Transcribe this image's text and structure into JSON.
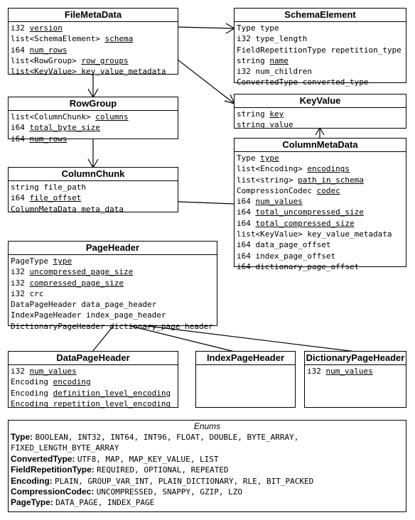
{
  "boxes": [
    {
      "id": "filemetadata",
      "title": "FileMetaData",
      "fields": [
        {
          "type": "i32",
          "name": "version",
          "req": true
        },
        {
          "type": "list<SchemaElement>",
          "name": "schema",
          "req": true
        },
        {
          "type": "i64",
          "name": "num_rows",
          "req": true
        },
        {
          "type": "list<RowGroup>",
          "name": "row_groups",
          "req": true
        },
        {
          "type": "list<KeyValue>",
          "name": "key_value_metadata",
          "req": false
        }
      ]
    },
    {
      "id": "schemaelement",
      "title": "SchemaElement",
      "fields": [
        {
          "type": "Type",
          "name": "type",
          "req": false
        },
        {
          "type": "i32",
          "name": "type_length",
          "req": false
        },
        {
          "type": "FieldRepetitionType",
          "name": "repetition_type",
          "req": false
        },
        {
          "type": "string",
          "name": "name",
          "req": true
        },
        {
          "type": "i32",
          "name": "num_children",
          "req": false
        },
        {
          "type": "ConvertedType",
          "name": "converted_type",
          "req": false
        }
      ]
    },
    {
      "id": "rowgroup",
      "title": "RowGroup",
      "fields": [
        {
          "type": "list<ColumnChunk>",
          "name": "columns",
          "req": true
        },
        {
          "type": "i64",
          "name": "total_byte_size",
          "req": true
        },
        {
          "type": "i64",
          "name": "num_rows",
          "req": true
        }
      ]
    },
    {
      "id": "keyvalue",
      "title": "KeyValue",
      "fields": [
        {
          "type": "string",
          "name": "key",
          "req": true
        },
        {
          "type": "string",
          "name": "value",
          "req": false
        }
      ]
    },
    {
      "id": "columnchunk",
      "title": "ColumnChunk",
      "fields": [
        {
          "type": "string",
          "name": "file_path",
          "req": false
        },
        {
          "type": "i64",
          "name": "file_offset",
          "req": true
        },
        {
          "type": "ColumnMetaData",
          "name": "meta_data",
          "req": false
        }
      ]
    },
    {
      "id": "columnmetadata",
      "title": "ColumnMetaData",
      "fields": [
        {
          "type": "Type",
          "name": "type",
          "req": true
        },
        {
          "type": "list<Encoding>",
          "name": "encodings",
          "req": true
        },
        {
          "type": "list<string>",
          "name": "path_in_schema",
          "req": true
        },
        {
          "type": "CompressionCodec",
          "name": "codec",
          "req": true
        },
        {
          "type": "i64",
          "name": "num_values",
          "req": true
        },
        {
          "type": "i64",
          "name": "total_uncompressed_size",
          "req": true
        },
        {
          "type": "i64",
          "name": "total_compressed_size",
          "req": true
        },
        {
          "type": "list<KeyValue>",
          "name": "key_value_metadata",
          "req": false
        },
        {
          "type": "i64",
          "name": "data_page_offset",
          "req": false
        },
        {
          "type": "i64",
          "name": "index_page_offset",
          "req": false
        },
        {
          "type": "i64",
          "name": "dictionary_page_offset",
          "req": false
        }
      ]
    },
    {
      "id": "pageheader",
      "title": "PageHeader",
      "fields": [
        {
          "type": "PageType",
          "name": "type",
          "req": true
        },
        {
          "type": "i32",
          "name": "uncompressed_page_size",
          "req": true
        },
        {
          "type": "i32",
          "name": "compressed_page_size",
          "req": true
        },
        {
          "type": "i32",
          "name": "crc",
          "req": false
        },
        {
          "type": "DataPageHeader",
          "name": "data_page_header",
          "req": false
        },
        {
          "type": "IndexPageHeader",
          "name": "index_page_header",
          "req": false
        },
        {
          "type": "DictionaryPageHeader",
          "name": "dictionary_page_header",
          "req": false
        }
      ]
    },
    {
      "id": "datapageheader",
      "title": "DataPageHeader",
      "fields": [
        {
          "type": "i32",
          "name": "num_values",
          "req": true
        },
        {
          "type": "Encoding",
          "name": "encoding",
          "req": true
        },
        {
          "type": "Encoding",
          "name": "definition_level_encoding",
          "req": true
        },
        {
          "type": "Encoding",
          "name": "repetition_level_encoding",
          "req": true
        }
      ]
    },
    {
      "id": "indexpageheader",
      "title": "IndexPageHeader",
      "fields": []
    },
    {
      "id": "dictionarypageheader",
      "title": "DictionaryPageHeader",
      "fields": [
        {
          "type": "i32",
          "name": "num_values",
          "req": true
        }
      ]
    }
  ],
  "enums": {
    "title": "Enums",
    "rows": [
      {
        "key": "Type",
        "values": "BOOLEAN, INT32, INT64, INT96, FLOAT, DOUBLE, BYTE_ARRAY,"
      },
      {
        "key": "",
        "values": "FIXED_LENGTH_BYTE_ARRAY"
      },
      {
        "key": "ConvertedType",
        "values": "UTF8, MAP, MAP_KEY_VALUE, LIST"
      },
      {
        "key": "FieldRepetitionType",
        "values": "REQUIRED, OPTIONAL, REPEATED"
      },
      {
        "key": "Encoding",
        "values": "PLAIN, GROUP_VAR_INT, PLAIN_DICTIONARY, RLE, BIT_PACKED"
      },
      {
        "key": "CompressionCodec",
        "values": "UNCOMPRESSED, SNAPPY, GZIP, LZO"
      },
      {
        "key": "PageType",
        "values": "DATA_PAGE, INDEX_PAGE"
      }
    ]
  }
}
